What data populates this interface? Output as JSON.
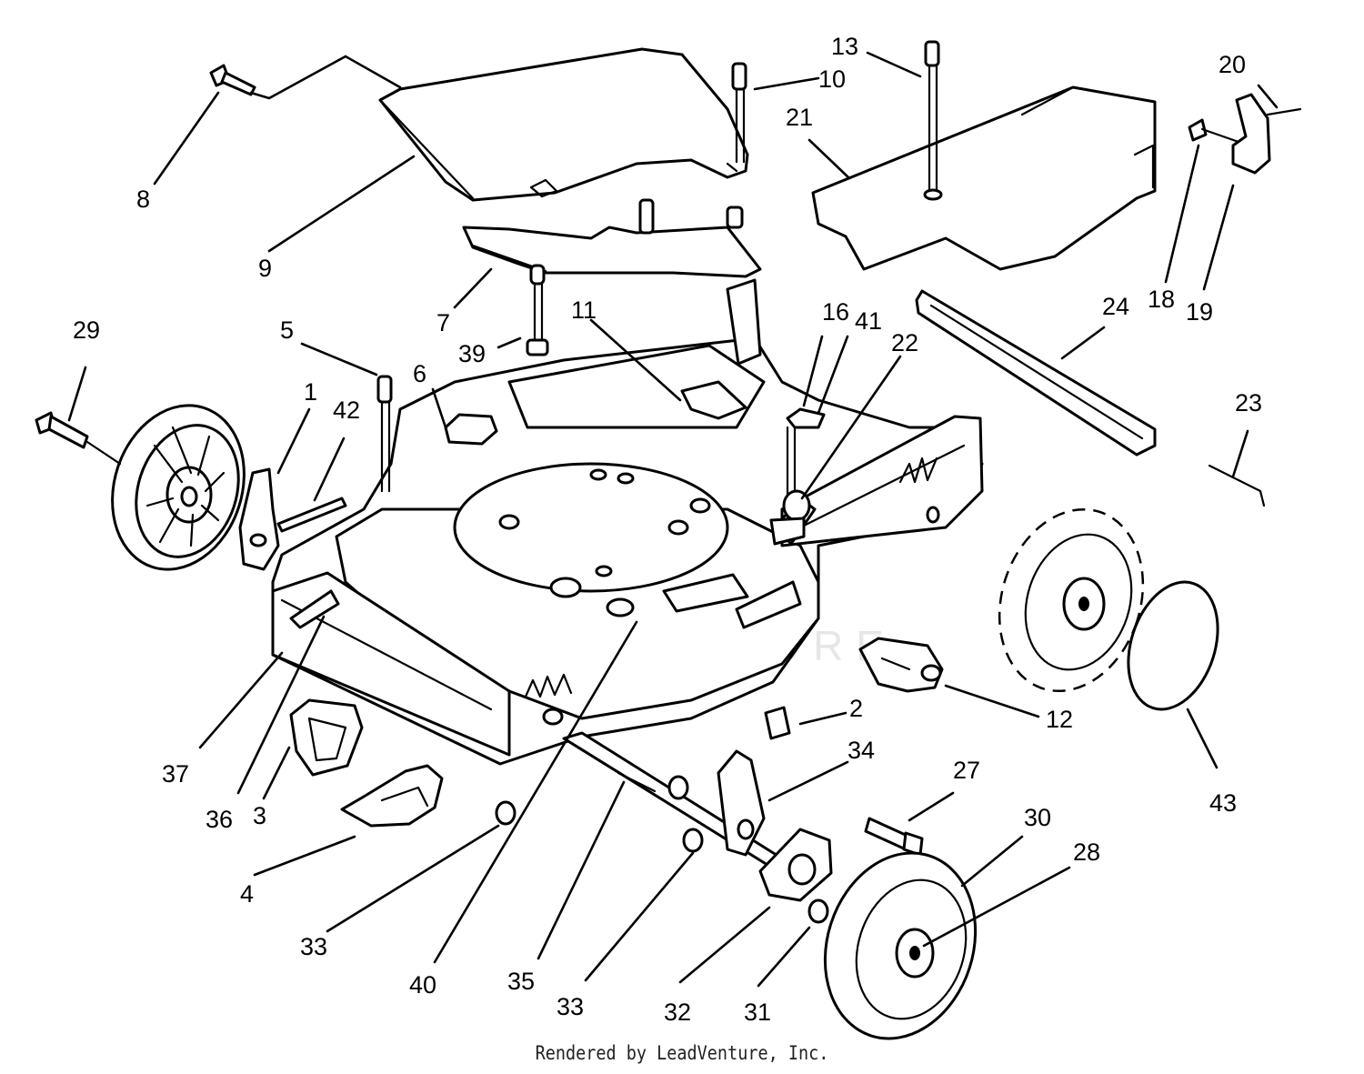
{
  "diagram": {
    "callouts": [
      {
        "id": "c1",
        "label": "1"
      },
      {
        "id": "c2",
        "label": "2"
      },
      {
        "id": "c3",
        "label": "3"
      },
      {
        "id": "c4",
        "label": "4"
      },
      {
        "id": "c5",
        "label": "5"
      },
      {
        "id": "c6",
        "label": "6"
      },
      {
        "id": "c7",
        "label": "7"
      },
      {
        "id": "c8",
        "label": "8"
      },
      {
        "id": "c9",
        "label": "9"
      },
      {
        "id": "c10",
        "label": "10"
      },
      {
        "id": "c11",
        "label": "11"
      },
      {
        "id": "c12",
        "label": "12"
      },
      {
        "id": "c13",
        "label": "13"
      },
      {
        "id": "c16",
        "label": "16"
      },
      {
        "id": "c41",
        "label": "41"
      },
      {
        "id": "c18",
        "label": "18"
      },
      {
        "id": "c19",
        "label": "19"
      },
      {
        "id": "c20",
        "label": "20"
      },
      {
        "id": "c21",
        "label": "21"
      },
      {
        "id": "c22",
        "label": "22"
      },
      {
        "id": "c23",
        "label": "23"
      },
      {
        "id": "c24",
        "label": "24"
      },
      {
        "id": "c27",
        "label": "27"
      },
      {
        "id": "c28",
        "label": "28"
      },
      {
        "id": "c29",
        "label": "29"
      },
      {
        "id": "c30",
        "label": "30"
      },
      {
        "id": "c31",
        "label": "31"
      },
      {
        "id": "c32",
        "label": "32"
      },
      {
        "id": "c33a",
        "label": "33"
      },
      {
        "id": "c33b",
        "label": "33"
      },
      {
        "id": "c34",
        "label": "34"
      },
      {
        "id": "c35",
        "label": "35"
      },
      {
        "id": "c36",
        "label": "36"
      },
      {
        "id": "c37",
        "label": "37"
      },
      {
        "id": "c39",
        "label": "39"
      },
      {
        "id": "c40",
        "label": "40"
      },
      {
        "id": "c42",
        "label": "42"
      },
      {
        "id": "c43",
        "label": "43"
      }
    ],
    "watermark": "LEADVENTURE",
    "footer": "Rendered by LeadVenture, Inc."
  }
}
